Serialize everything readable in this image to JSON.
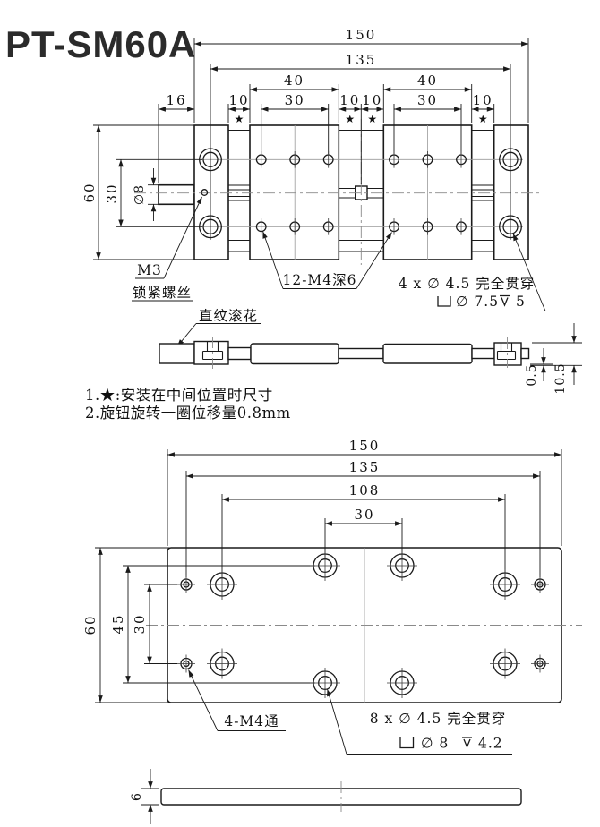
{
  "title": "PT-SM60A",
  "colors": {
    "line": "#1a1a1a",
    "centerline": "#9a9a9a",
    "title": "#2b2b2b"
  },
  "top_view": {
    "dims": {
      "d150": "150",
      "d135": "135",
      "d40": "40",
      "d30": "30",
      "d16": "16",
      "d10": "10",
      "d60": "60",
      "d30v": "30",
      "dia8": "∅8",
      "star": "★"
    },
    "labels": {
      "m3": "M3",
      "m3_sub": "锁紧螺丝",
      "tapped": "12-M4深6",
      "cb_line1": "4 x ∅ 4.5 完全贯穿",
      "cb_dia": "∅ 7.5",
      "cb_depth": "5",
      "knurl": "直纹滚花"
    },
    "side_dims": {
      "d05": "0.5",
      "d105": "10.5"
    }
  },
  "notes": {
    "note1": "1.★:安装在中间位置时尺寸",
    "note2": "2.旋钮旋转一圈位移量0.8mm"
  },
  "bottom_view": {
    "dims": {
      "d150": "150",
      "d135": "135",
      "d108": "108",
      "d30": "30",
      "d60": "60",
      "d45": "45",
      "d30v": "30",
      "d6": "6"
    },
    "labels": {
      "thru": "4-M4通",
      "cb_line1": "8 x ∅ 4.5 完全贯穿",
      "cb_dia": "∅ 8",
      "cb_depth": "4.2"
    }
  }
}
